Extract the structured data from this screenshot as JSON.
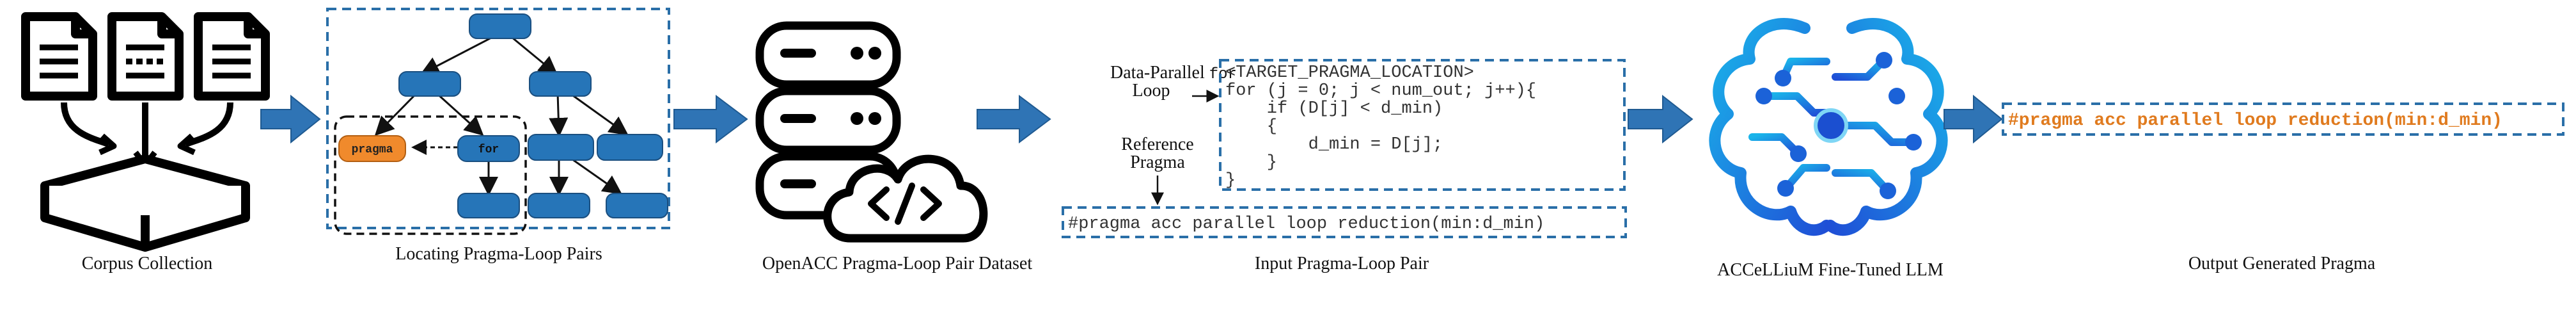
{
  "stages": {
    "corpus_collection": "Corpus Collection",
    "locating_pairs": "Locating Pragma-Loop Pairs",
    "dataset": "OpenACC Pragma-Loop Pair Dataset",
    "input_pair": "Input Pragma-Loop Pair",
    "llm": "ACCeLLiuM Fine-Tuned LLM",
    "output": "Output Generated Pragma"
  },
  "tree_nodes": {
    "pragma": "pragma",
    "for": "for"
  },
  "input_panel": {
    "data_parallel_line1": "Data-Parallel ",
    "data_parallel_for": "for",
    "data_parallel_line2": "Loop",
    "reference_line1": "Reference",
    "reference_line2": "Pragma",
    "code_lines": [
      "<TARGET_PRAGMA_LOCATION>",
      "for (j = 0; j < num_out; j++){",
      "    if (D[j] < d_min)",
      "    {",
      "        d_min = D[j];",
      "    }",
      "}"
    ],
    "reference_pragma": "#pragma acc parallel loop reduction(min:d_min)"
  },
  "output_pragma": "#pragma acc parallel loop reduction(min:d_min)",
  "icons": [
    "documents-icon",
    "tray-icon",
    "database-icon",
    "cloud-code-icon",
    "brain-circuit-icon",
    "flow-arrow-icon"
  ],
  "colors": {
    "node_blue": "#2675b8",
    "node_orange": "#f08a2c",
    "arrow_blue": "#2f74b5",
    "output_orange": "#e07b1f",
    "dashed_blue": "#2a6fa8"
  }
}
